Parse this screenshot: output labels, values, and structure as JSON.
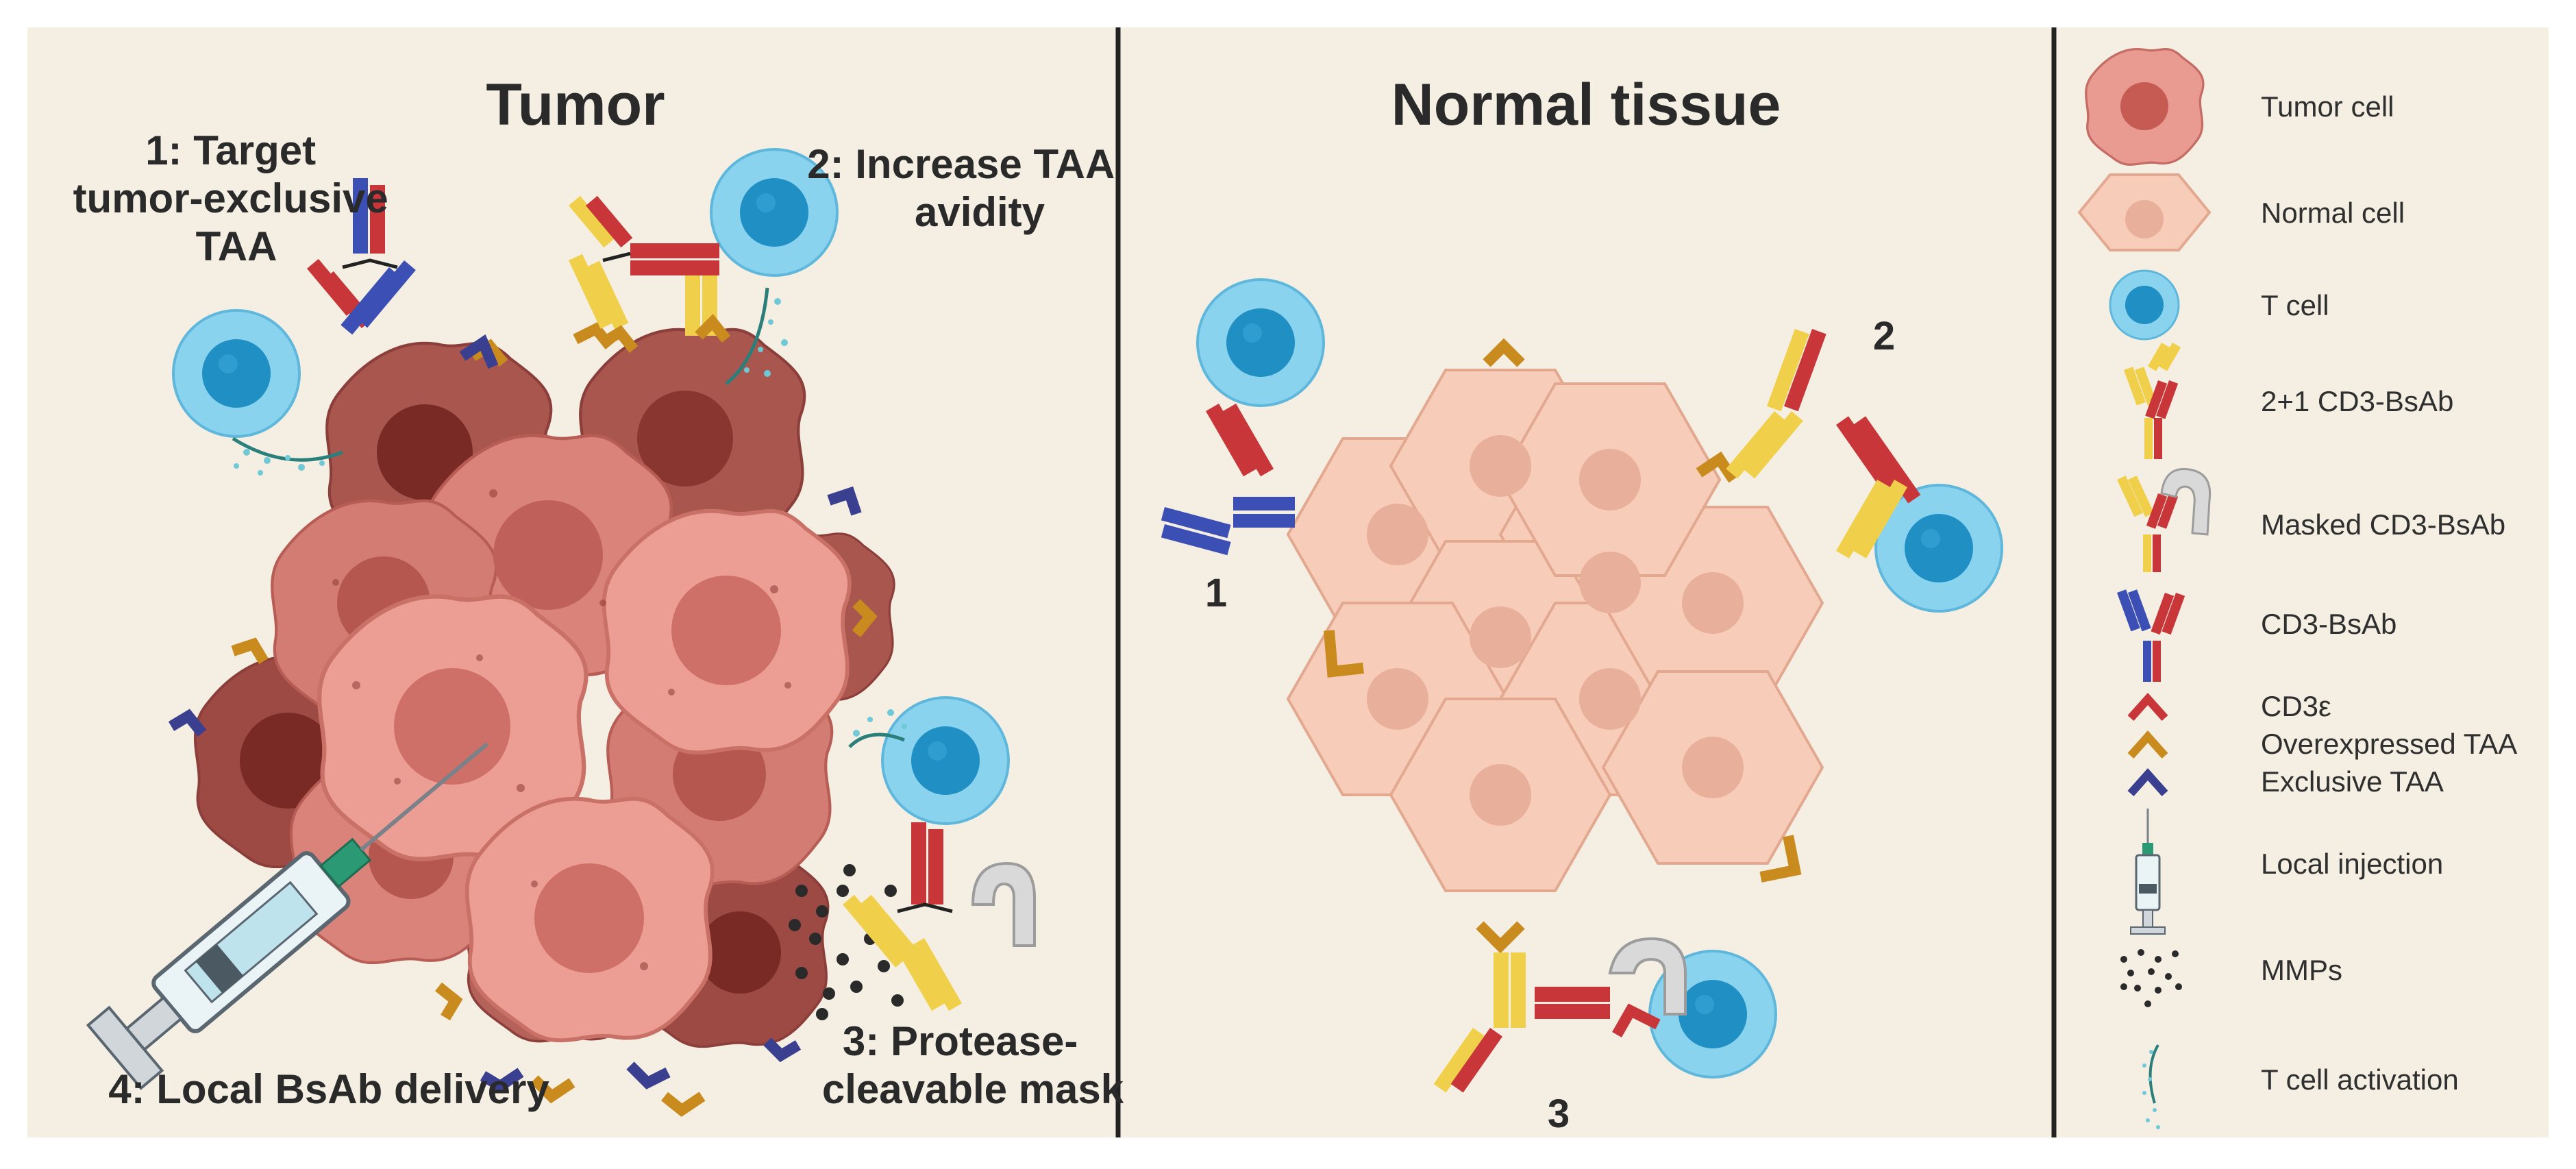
{
  "panels": {
    "tumor": {
      "title": "Tumor",
      "strategy1": [
        "1: Target",
        "tumor-exclusive",
        "TAA"
      ],
      "strategy2": [
        "2: Increase TAA",
        "avidity"
      ],
      "strategy3": [
        "3: Protease-",
        "cleavable mask"
      ],
      "strategy4": "4: Local BsAb delivery"
    },
    "normal": {
      "title": "Normal tissue",
      "markers": [
        "1",
        "2",
        "3"
      ]
    }
  },
  "legend": {
    "items": [
      "Tumor cell",
      "Normal cell",
      "T cell",
      "2+1 CD3-BsAb",
      "Masked CD3-BsAb",
      "CD3-BsAb",
      "CD3ε",
      "Overexpressed TAA",
      "Exclusive TAA",
      "Local injection",
      "MMPs",
      "T cell activation"
    ]
  },
  "colors": {
    "background": "#f4efe2",
    "tumor_cell": "#e99a91",
    "tumor_dark": "#9e4a44",
    "normal_cell": "#f6cdb8",
    "t_cell": "#7fcfec",
    "t_cell_nucleus": "#1f8fc4",
    "cd3_arm": "#c8363a",
    "taa_arm": "#f0d04a",
    "exclusive_arm": "#3b4fb4",
    "overexpressed_taa": "#c98a1e",
    "exclusive_taa": "#3a3f8f",
    "mask": "#d9d9d9"
  }
}
